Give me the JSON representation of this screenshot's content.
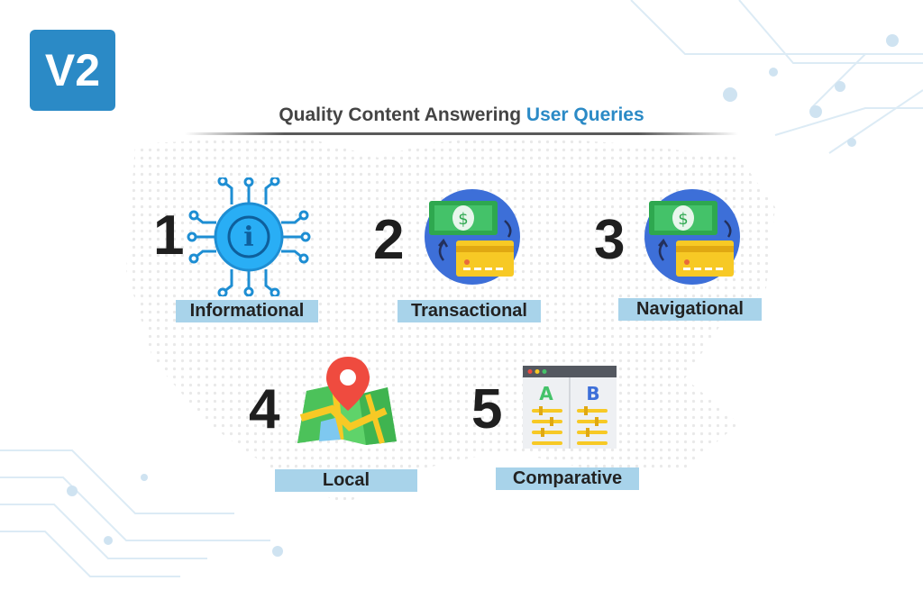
{
  "logo": {
    "text": "V2"
  },
  "title": {
    "prefix": "Quality Content Answering ",
    "accent": "User Queries"
  },
  "items": [
    {
      "number": "1",
      "label": "Informational",
      "icon": "info-network-icon"
    },
    {
      "number": "2",
      "label": "Transactional",
      "icon": "money-card-exchange-icon"
    },
    {
      "number": "3",
      "label": "Navigational",
      "icon": "money-card-exchange-icon"
    },
    {
      "number": "4",
      "label": "Local",
      "icon": "map-pin-icon"
    },
    {
      "number": "5",
      "label": "Comparative",
      "icon": "ab-compare-icon"
    }
  ],
  "icon_labels": {
    "info": "i",
    "dollar": "$",
    "a": "A",
    "b": "B"
  },
  "colors": {
    "accent": "#2b8ac6",
    "label_bg": "#a8d3ea",
    "number": "#1f1f1f"
  }
}
